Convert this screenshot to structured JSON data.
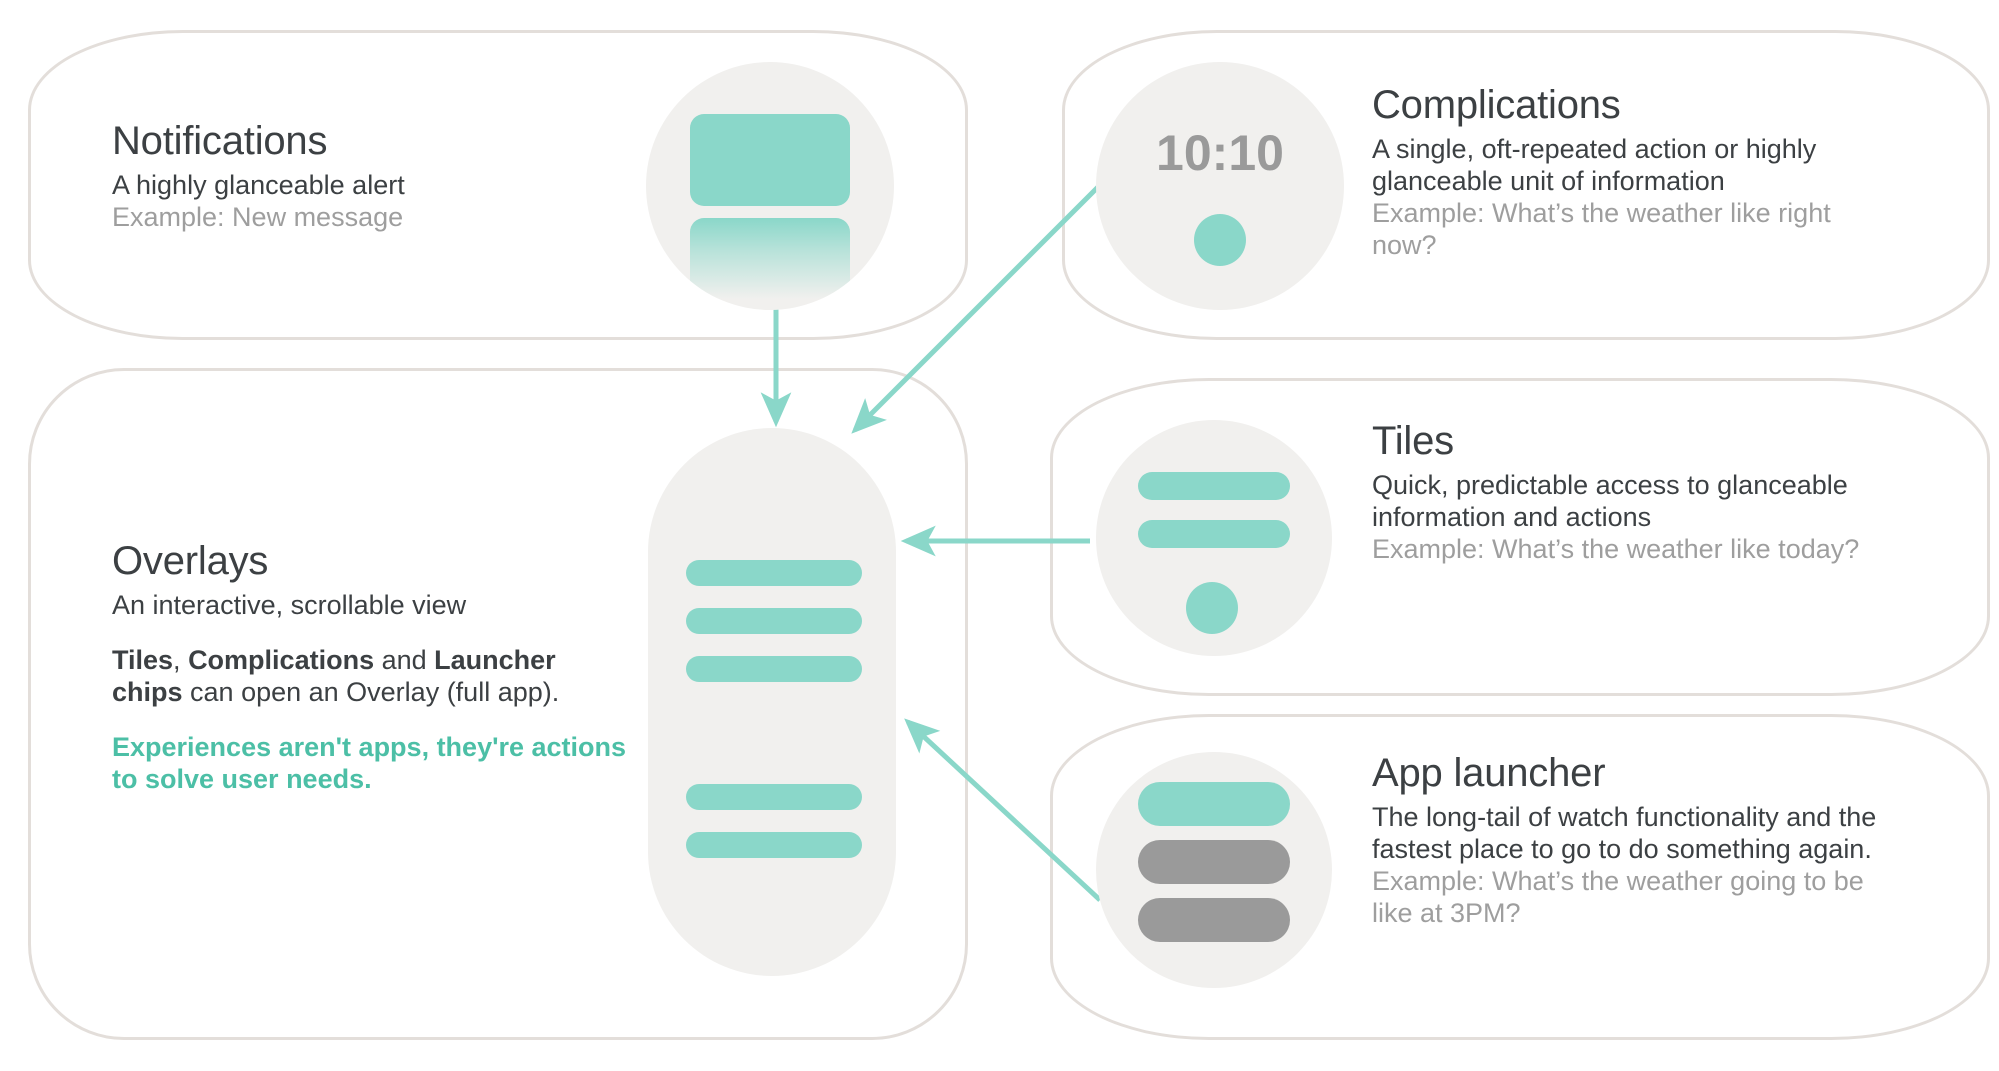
{
  "theme": {
    "accent_teal": "#8AD7C9",
    "accent_teal_text": "#4CBFA6",
    "illustration_bg": "#F1F0EE",
    "card_border": "#E3DEDA",
    "text_primary": "#3C4043",
    "text_muted": "#9E9E9E",
    "chip_gray": "#9A9A9A",
    "page_bg": "#FFFFFF"
  },
  "cards": {
    "notifications": {
      "title": "Notifications",
      "body": "A highly glanceable alert",
      "example": "Example:  New message"
    },
    "complications": {
      "title": "Complications",
      "body": "A single, oft-repeated action or highly glanceable unit of information",
      "example": "Example:  What’s the weather like right now?",
      "watch_time": "10:10"
    },
    "overlays": {
      "title": "Overlays",
      "body": "An interactive, scrollable view",
      "paragraph_parts": {
        "b1": "Tiles",
        "t1": ", ",
        "b2": "Complications",
        "t2": " and ",
        "b3": "Launcher chips",
        "t3": " can open an Overlay (full app)."
      },
      "accent": "Experiences aren't apps, they're actions to solve user needs."
    },
    "tiles": {
      "title": "Tiles",
      "body": "Quick, predictable access to glanceable information and actions",
      "example": "Example: What’s the weather like today?"
    },
    "launcher": {
      "title": "App launcher",
      "body": "The long-tail of watch functionality and the fastest place to go to do something again.",
      "example": "Example:  What’s the weather going to be like at 3PM?"
    }
  },
  "arrows": [
    {
      "name": "notification-to-overlay",
      "from": "Notifications illustration",
      "to": "Overlay pill top"
    },
    {
      "name": "complication-to-overlay",
      "from": "Complications watch face",
      "to": "Overlay pill top-right"
    },
    {
      "name": "tiles-to-overlay",
      "from": "Tiles circle",
      "to": "Overlay pill right"
    },
    {
      "name": "launcher-to-overlay",
      "from": "App launcher circle",
      "to": "Overlay pill lower-right"
    }
  ]
}
